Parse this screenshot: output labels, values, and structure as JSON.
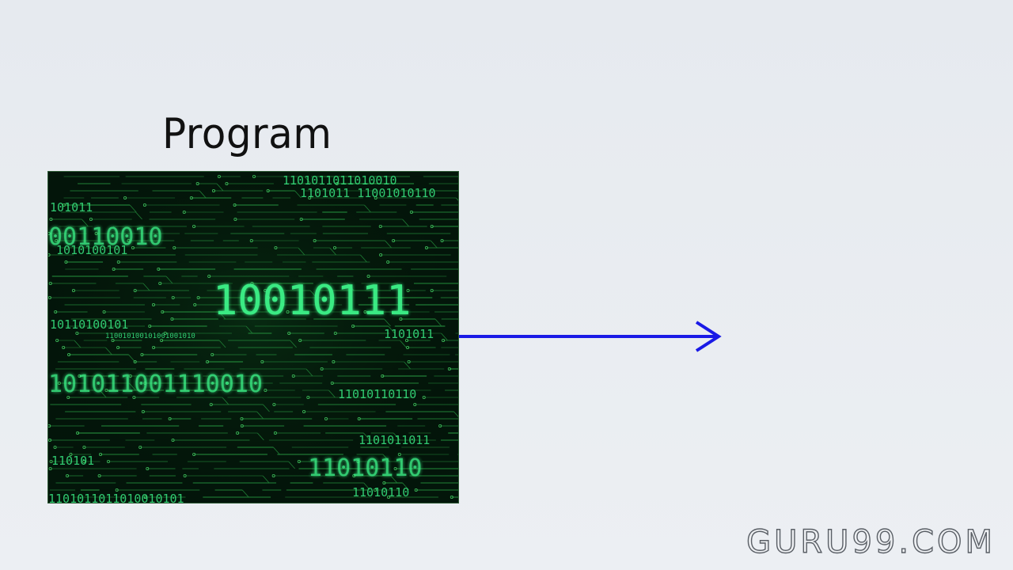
{
  "slide": {
    "title": "Program",
    "watermark": "GURU99.COM"
  },
  "image": {
    "description_icon": "binary-circuit-board-image",
    "binary_strings": [
      {
        "text": "1101011011010010",
        "size": "small"
      },
      {
        "text": "1101011 11001010110",
        "size": "small"
      },
      {
        "text": "101011",
        "size": "small"
      },
      {
        "text": "00110010",
        "size": "medium"
      },
      {
        "text": "1010100101",
        "size": "small"
      },
      {
        "text": "10010111",
        "size": "large"
      },
      {
        "text": "10110100101",
        "size": "small"
      },
      {
        "text": "110010100101001001010",
        "size": "tiny"
      },
      {
        "text": "1101011",
        "size": "small"
      },
      {
        "text": "101011001110010",
        "size": "medium"
      },
      {
        "text": "11010110110",
        "size": "small"
      },
      {
        "text": "1101011011",
        "size": "small"
      },
      {
        "text": "110101",
        "size": "small"
      },
      {
        "text": "11010110",
        "size": "medium"
      },
      {
        "text": "1101011011010010101",
        "size": "small"
      },
      {
        "text": "11010110",
        "size": "small"
      }
    ]
  },
  "colors": {
    "background": "#e8ebf0",
    "arrow": "#1a1ae6",
    "binary_green": "#3cf58a",
    "board_dark": "#03160a",
    "trace_green": "#1f7a34"
  }
}
